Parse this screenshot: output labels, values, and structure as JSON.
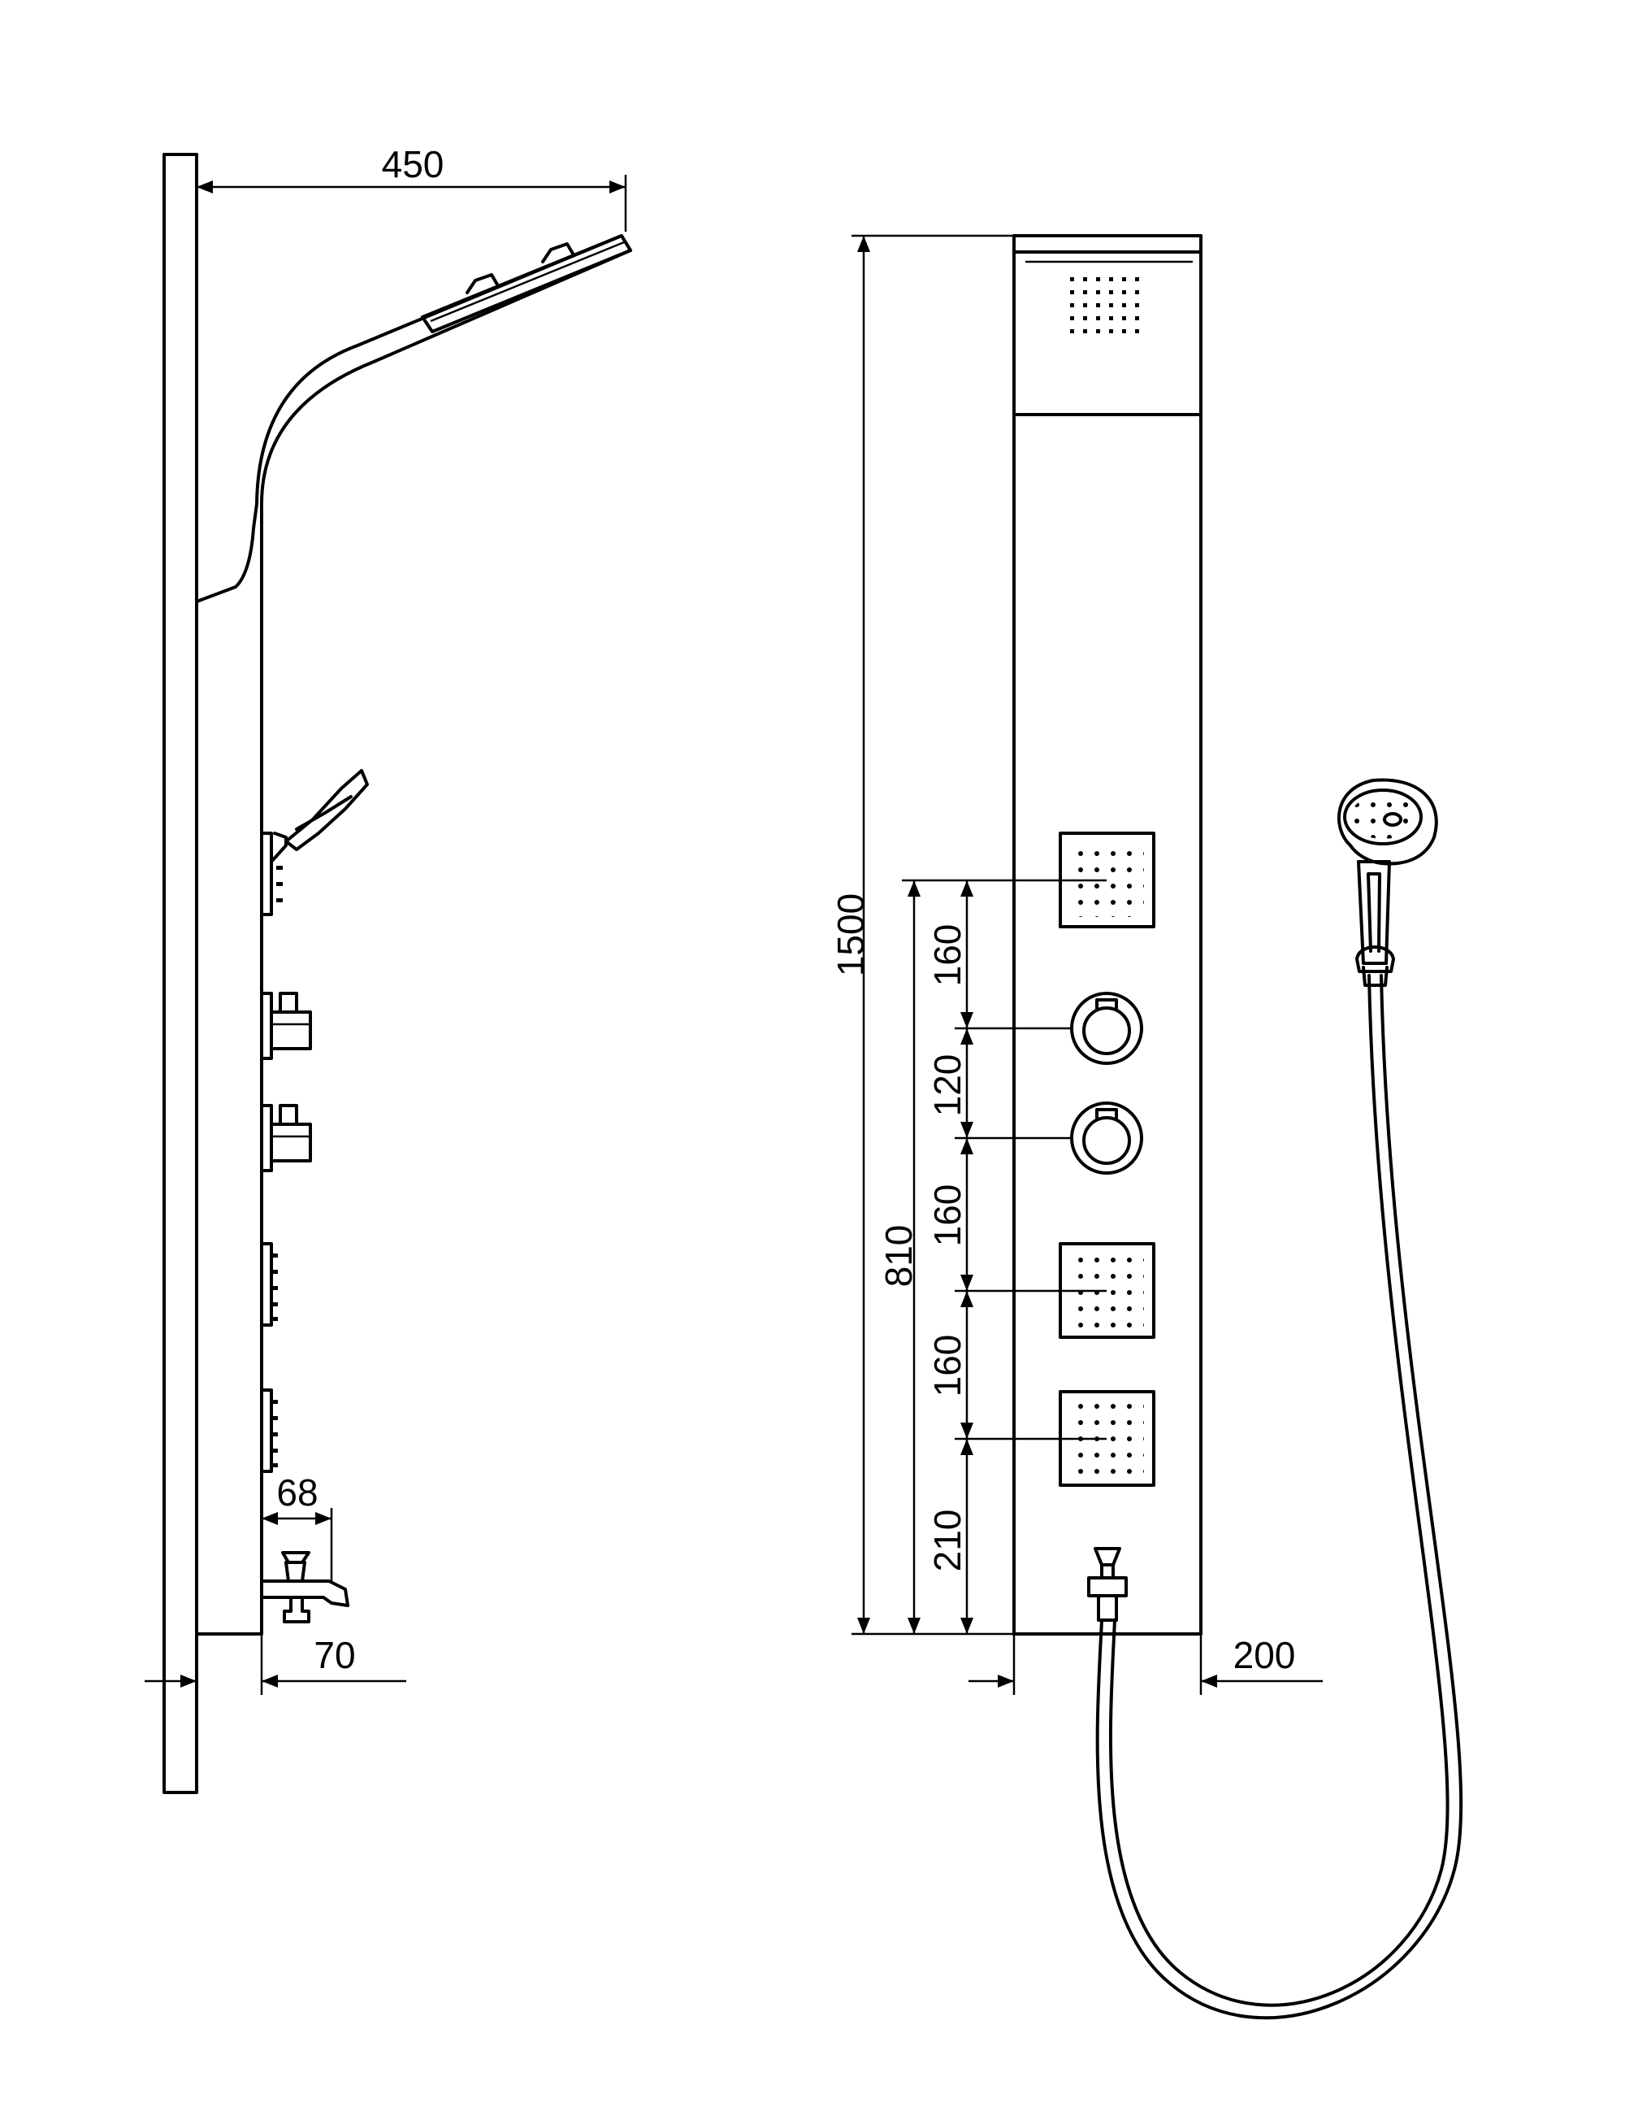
{
  "dimensions": {
    "head_projection": "450",
    "panel_height": "1500",
    "total_below": "810",
    "spacing_1": "160",
    "spacing_2": "120",
    "spacing_3": "160",
    "spacing_4": "160",
    "spacing_5": "210",
    "spout_depth": "68",
    "panel_depth": "70",
    "hose_clearance": "200"
  }
}
